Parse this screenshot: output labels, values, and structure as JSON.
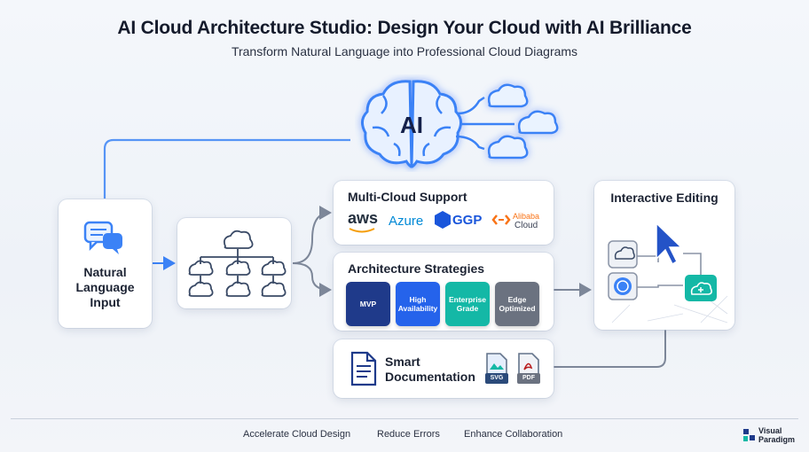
{
  "header": {
    "title": "AI Cloud Architecture Studio: Design Your Cloud with AI Brilliance",
    "subtitle": "Transform Natural Language into Professional Cloud Diagrams"
  },
  "brain": {
    "label": "AI"
  },
  "input_card": {
    "line1": "Natural",
    "line2": "Language",
    "line3": "Input"
  },
  "multi_cloud": {
    "title": "Multi-Cloud Support",
    "providers": [
      "aws",
      "Azure",
      "GGP",
      "Alibaba",
      "Cloud"
    ]
  },
  "strategies": {
    "title": "Architecture Strategies",
    "items": [
      {
        "line1": "MVP",
        "line2": "",
        "color": "#1f3a8a"
      },
      {
        "line1": "High",
        "line2": "Availability",
        "color": "#2563eb"
      },
      {
        "line1": "Enterprise",
        "line2": "Grade",
        "color": "#14b8a6"
      },
      {
        "line1": "Edge",
        "line2": "Optimized",
        "color": "#6b7280"
      }
    ]
  },
  "documentation": {
    "line1": "Smart",
    "line2": "Documentation",
    "formats": [
      "SVG",
      "PDF"
    ]
  },
  "editing": {
    "title": "Interactive Editing"
  },
  "footer": {
    "items": [
      "Accelerate Cloud Design",
      "Reduce Errors",
      "Enhance Collaboration"
    ],
    "brand_line1": "Visual",
    "brand_line2": "Paradigm"
  },
  "colors": {
    "accent_blue": "#3b82f6",
    "teal": "#14b8a6",
    "connector_gray": "#8a94a6"
  }
}
